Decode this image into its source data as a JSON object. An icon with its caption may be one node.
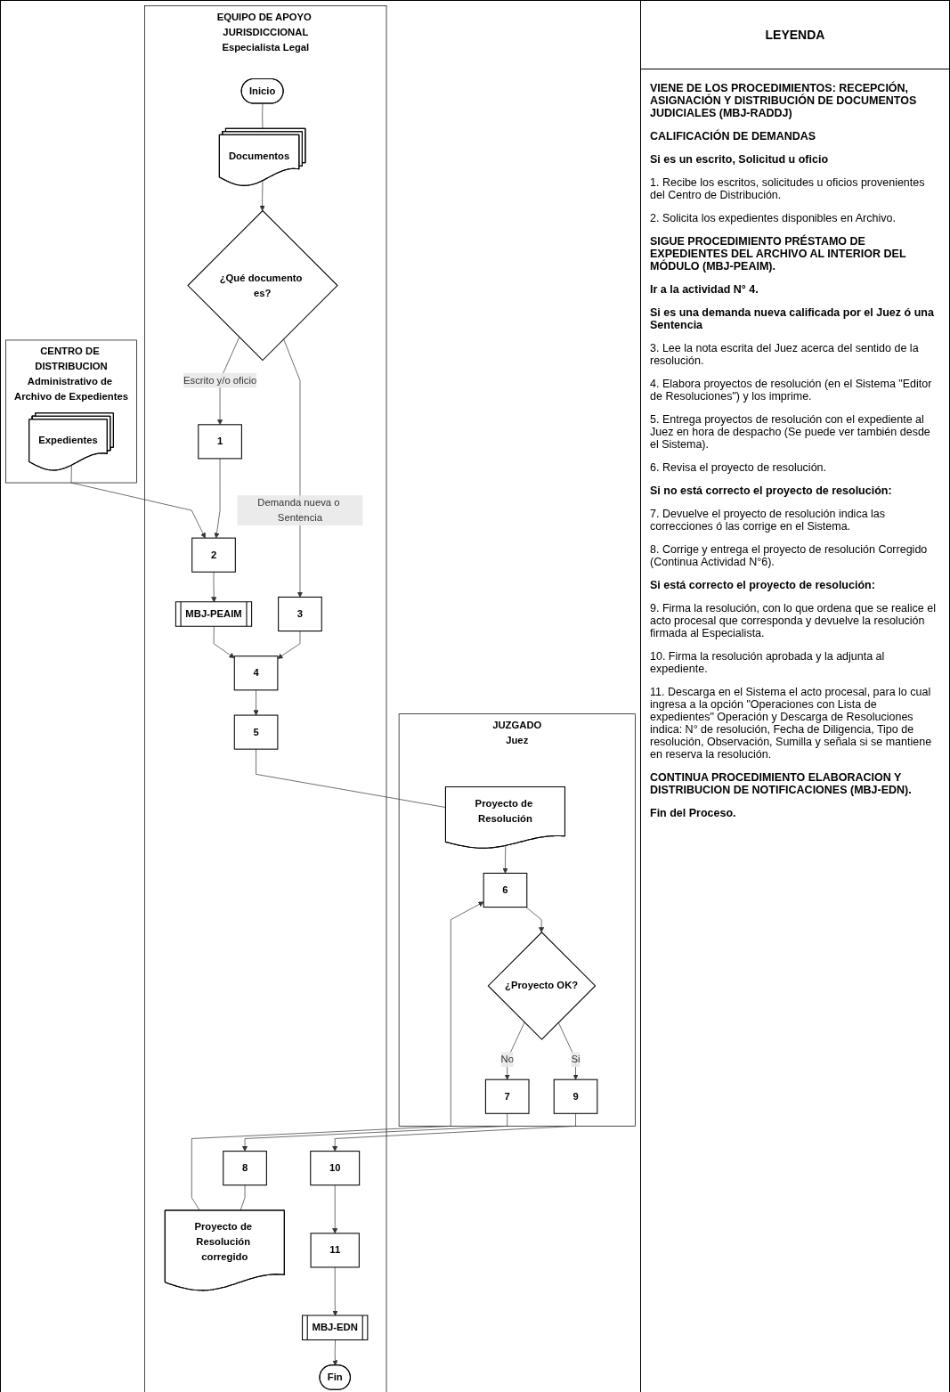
{
  "diagram": {
    "nodes": [
      {
        "text": [
          "EQUIPO DE APOYO JURISDICCIONAL",
          "Especialista Legal"
        ]
      },
      {
        "text": [
          "JUZGADO",
          "Juez"
        ]
      },
      {
        "text": [
          "CENTRO DE DISTRIBUCION",
          "Administrativo de Archivo de Expedientes"
        ]
      },
      {
        "text": [
          "Inicio"
        ],
        "in": 0
      },
      {
        "text": [
          "Documentos"
        ],
        "in": 0
      },
      {
        "text": [
          "¿Qué documento es?"
        ],
        "in": 0
      },
      {
        "text": [
          "1"
        ],
        "in": 0
      },
      {
        "text": [
          "3"
        ],
        "in": 0
      },
      {
        "text": [
          "2"
        ],
        "in": 0
      },
      {
        "text": [
          "Expedientes"
        ],
        "in": 2
      },
      {
        "text": [
          "4"
        ],
        "in": 0
      },
      {
        "text": [
          "MBJ-PEAIM"
        ],
        "in": 0
      },
      {
        "text": [
          "5"
        ],
        "in": 0
      },
      {
        "text": [
          "Proyecto de Resolución"
        ],
        "in": 1
      },
      {
        "text": [
          "6"
        ],
        "in": 1
      },
      {
        "text": [
          "¿Proyecto OK?"
        ],
        "in": 1
      },
      {
        "text": [
          "7"
        ],
        "in": 1
      },
      {
        "text": [
          "8"
        ],
        "in": 0
      },
      {
        "text": [
          "Proyecto de Resolución corregido"
        ],
        "in": 0
      },
      {
        "text": [
          "9"
        ],
        "in": 1
      },
      {
        "text": [
          "10"
        ],
        "in": 0
      },
      {
        "text": [
          "11"
        ],
        "in": 0
      },
      {
        "text": [
          "MBJ-EDN"
        ],
        "in": 0
      },
      {
        "text": [
          "Fin"
        ],
        "in": 0
      }
    ],
    "edges": [
      {
        "from": 3,
        "to": 4,
        "arrow": "none"
      },
      {
        "from": 4,
        "to": 5,
        "arrow": "to"
      },
      {
        "from": 5,
        "to": 7,
        "label": "Demanda nueva o Sentencia",
        "arrow": "to"
      },
      {
        "from": 5,
        "to": 6,
        "label": "Escrito y/o oficio",
        "arrow": "to"
      },
      {
        "from": 6,
        "to": 8,
        "arrow": "to"
      },
      {
        "from": 9,
        "to": 8,
        "arrow": "to"
      },
      {
        "from": 8,
        "to": 11,
        "arrow": "to"
      },
      {
        "from": 7,
        "to": 10,
        "arrow": "to"
      },
      {
        "from": 11,
        "to": 10,
        "arrow": "to"
      },
      {
        "from": 10,
        "to": 12,
        "arrow": "to"
      },
      {
        "from": 12,
        "to": 13,
        "arrow": "none"
      },
      {
        "from": 13,
        "to": 14,
        "arrow": "to"
      },
      {
        "from": 14,
        "to": 15,
        "arrow": "to"
      },
      {
        "from": 15,
        "to": 16,
        "label": "No",
        "arrow": "to"
      },
      {
        "from": 15,
        "to": 19,
        "label": "Si",
        "arrow": "to"
      },
      {
        "from": 16,
        "to": 17,
        "arrow": "to"
      },
      {
        "from": 17,
        "to": 18,
        "arrow": "none"
      },
      {
        "from": 18,
        "to": 14,
        "arrow": "to"
      },
      {
        "from": 19,
        "to": 20,
        "arrow": "to"
      },
      {
        "from": 20,
        "to": 21,
        "arrow": "to"
      },
      {
        "from": 21,
        "to": 22,
        "arrow": "to"
      },
      {
        "from": 22,
        "to": 23,
        "arrow": "to"
      }
    ],
    "labels": [
      "LEYENDA",
      "VIENE DE LOS PROCEDIMIENTOS: RECEPCIÓN, ASIGNACIÓN Y DISTRIBUCIÓN DE DOCUMENTOS JUDICIALES (MBJ-RADDJ)",
      "CALIFICACIÓN DE DEMANDAS",
      "Si es un escrito, Solicitud u oficio",
      "1. Recibe los escritos, solicitudes u oficios provenientes del Centro de Distribución.",
      "2. Solicita los expedientes disponibles en Archivo.",
      "SIGUE PROCEDIMIENTO PRÉSTAMO DE EXPEDIENTES DEL ARCHIVO AL INTERIOR DEL MÓDULO (MBJ-PEAIM).",
      "Ir a la actividad N° 4.",
      "Si es una demanda nueva calificada por el Juez ó una Sentencia",
      "3. Lee la nota escrita del Juez acerca del sentido de la resolución.",
      "4. Elabora proyectos de resolución (en el Sistema \"Editor de Resoluciones\") y los imprime.",
      "5. Entrega proyectos de resolución con el expediente al Juez en hora de despacho (Se puede ver también desde el Sistema).",
      "6. Revisa el proyecto de resolución.",
      "Si no está correcto el proyecto de resolución:",
      "7. Devuelve el proyecto de resolución indica las correcciones ó las corrige en el Sistema.",
      "8. Corrige y entrega el proyecto de resolución Corregido (Continua Actividad N°6).",
      "Si está correcto el proyecto de resolución:",
      "9. Firma la resolución, con lo que ordena que se realice el acto procesal que corresponda y devuelve la resolución firmada al Especialista.",
      "10. Firma la resolución aprobada y la adjunta al expediente.",
      "11. Descarga en el Sistema el acto procesal, para lo cual ingresa a la opción \"Operaciones con Lista de expedientes\" Operación y Descarga de Resoluciones indica: N° de resolución, Fecha de Diligencia, Tipo de resolución, Observación, Sumilla y señala si se mantiene en reserva la resolución.",
      "CONTINUA PROCEDIMIENTO ELABORACION Y DISTRIBUCION DE NOTIFICACIONES (MBJ-EDN).",
      "Fin del Proceso."
    ]
  }
}
